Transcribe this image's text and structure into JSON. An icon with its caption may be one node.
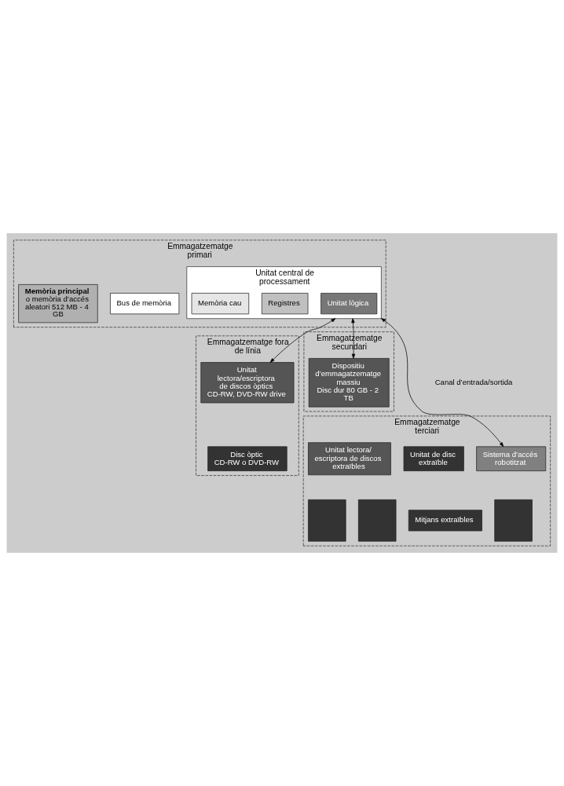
{
  "diagram": {
    "nodes": [
      {
        "text": [
          "Emmagatzematge primari"
        ]
      },
      {
        "text": [
          "Unitat central de processament"
        ],
        "in": 0
      },
      {
        "text": [
          "Unitat lògica"
        ],
        "in": 1
      },
      {
        "text": [
          "Registres"
        ],
        "in": 1
      },
      {
        "text": [
          "Memòria cau"
        ],
        "in": 1
      },
      {
        "text": [
          "Bus de memòria"
        ],
        "in": 0
      },
      {
        "text": [
          "Memòria principal",
          "o memòria d’accés aleatori 512 MB - 4 GB"
        ],
        "in": 0
      },
      {
        "text": [
          "Emmagatzematge secundari"
        ]
      },
      {
        "text": [
          "Dispositiu d’emmagatzematge massiu",
          "Disc dur 80 GB - 2 TB"
        ],
        "in": 7
      },
      {
        "text": [
          "Emmagatzematge fora de línia"
        ]
      },
      {
        "text": [
          "Unitat lectora/escriptora de discos òptics",
          "CD-RW, DVD-RW drive"
        ],
        "in": 9
      },
      {
        "text": [
          "Disc òptic",
          "CD-RW o DVD-RW"
        ],
        "in": 9
      },
      {
        "text": [
          "Emmagatzematge terciari"
        ]
      },
      {
        "text": [
          "Unitat lectora/ escriptora de discos extraïbles"
        ],
        "in": 12
      },
      {
        "text": [
          "Unitat de disc extraïble"
        ],
        "in": 12
      },
      {
        "text": [
          "Sistema d’accés robotitzat"
        ],
        "in": 12
      },
      {
        "text": [
          "Mitjans extraïbles"
        ],
        "in": 12
      },
      {
        "text": [],
        "shape": "box",
        "in": 12
      },
      {
        "text": [],
        "shape": "box",
        "in": 12
      },
      {
        "text": [],
        "shape": "box",
        "in": 12
      }
    ],
    "edges": [
      {
        "from": 1,
        "to": 8,
        "arrow": "both"
      },
      {
        "from": 1,
        "to": 10,
        "arrow": "both"
      },
      {
        "from": 1,
        "to": 15,
        "arrow": "both"
      }
    ],
    "labels": [
      "Canal d’entrada/sortida"
    ]
  }
}
